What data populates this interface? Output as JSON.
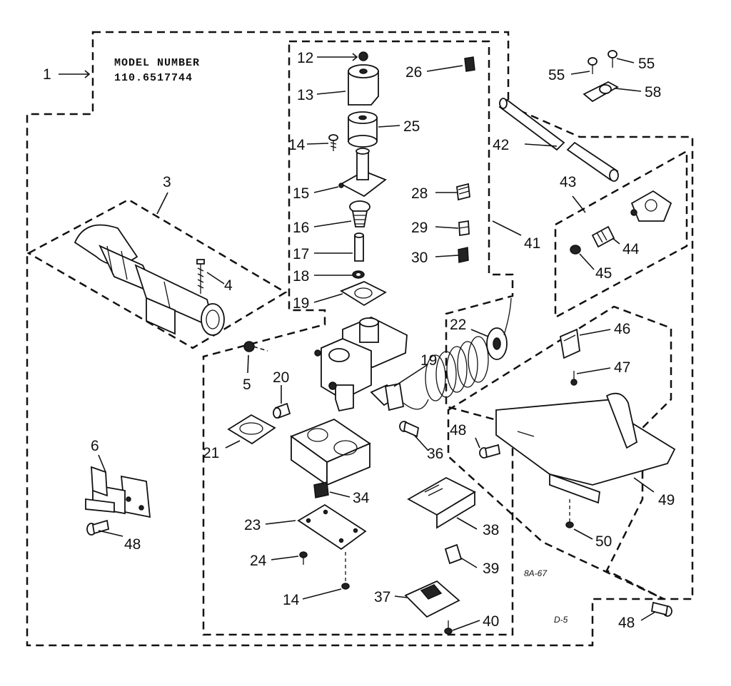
{
  "header": {
    "line1": "MODEL NUMBER",
    "line2": "110.6517744"
  },
  "codes": {
    "diagram_code": "8A-67",
    "page_code": "D-5"
  },
  "labels": {
    "p1": "1",
    "p3": "3",
    "p4": "4",
    "p5": "5",
    "p6": "6",
    "p12": "12",
    "p13": "13",
    "p14a": "14",
    "p14b": "14",
    "p15": "15",
    "p16": "16",
    "p17": "17",
    "p18": "18",
    "p19a": "19",
    "p19b": "19",
    "p20": "20",
    "p21": "21",
    "p22": "22",
    "p23": "23",
    "p24": "24",
    "p25": "25",
    "p26": "26",
    "p28": "28",
    "p29": "29",
    "p30": "30",
    "p34": "34",
    "p36": "36",
    "p37": "37",
    "p38": "38",
    "p39": "39",
    "p40": "40",
    "p41": "41",
    "p42": "42",
    "p43": "43",
    "p44": "44",
    "p45": "45",
    "p46": "46",
    "p47": "47",
    "p48a": "48",
    "p48b": "48",
    "p48c": "48",
    "p49": "49",
    "p50": "50",
    "p55a": "55",
    "p55b": "55",
    "p58": "58"
  }
}
